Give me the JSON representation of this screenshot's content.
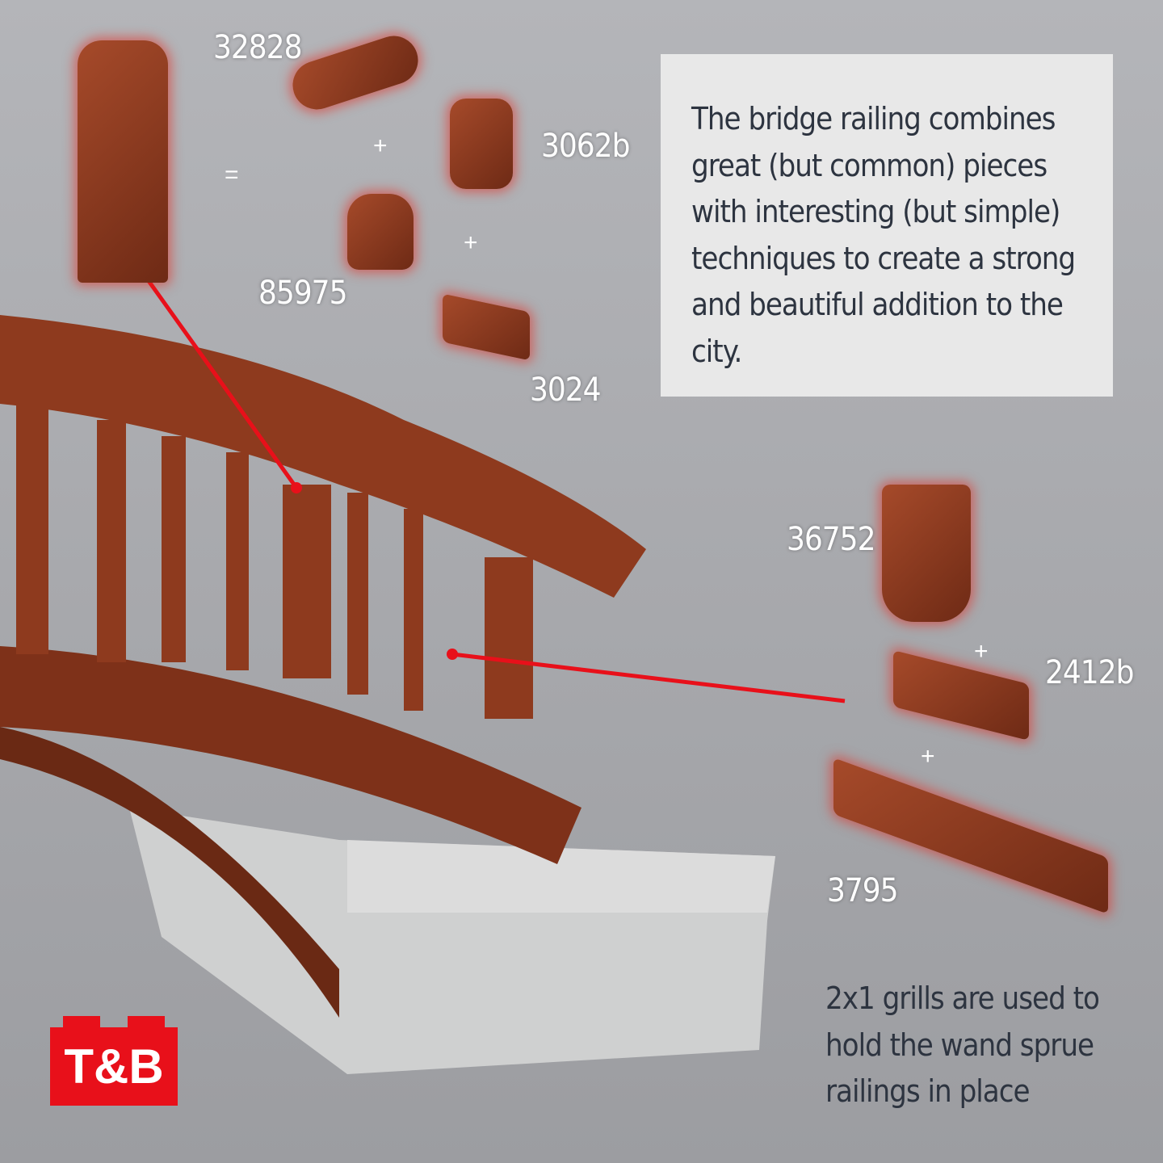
{
  "parts": {
    "p32828": "32828",
    "p3062b": "3062b",
    "p85975": "85975",
    "p3024": "3024",
    "p36752": "36752",
    "p2412b": "2412b",
    "p3795": "3795"
  },
  "symbols": {
    "equals": "=",
    "plus": "+"
  },
  "info_text": "The bridge railing combines great (but common) pieces with interesting (but simple) techniques to create a strong and beautiful addition to the city.",
  "note_text": "2x1 grills are used to hold the wand sprue railings in place",
  "logo": "T&B",
  "colors": {
    "brick": "#8e3a1e",
    "callout": "#e8101a",
    "box": "#e8e8e8",
    "text": "#2d3440"
  }
}
